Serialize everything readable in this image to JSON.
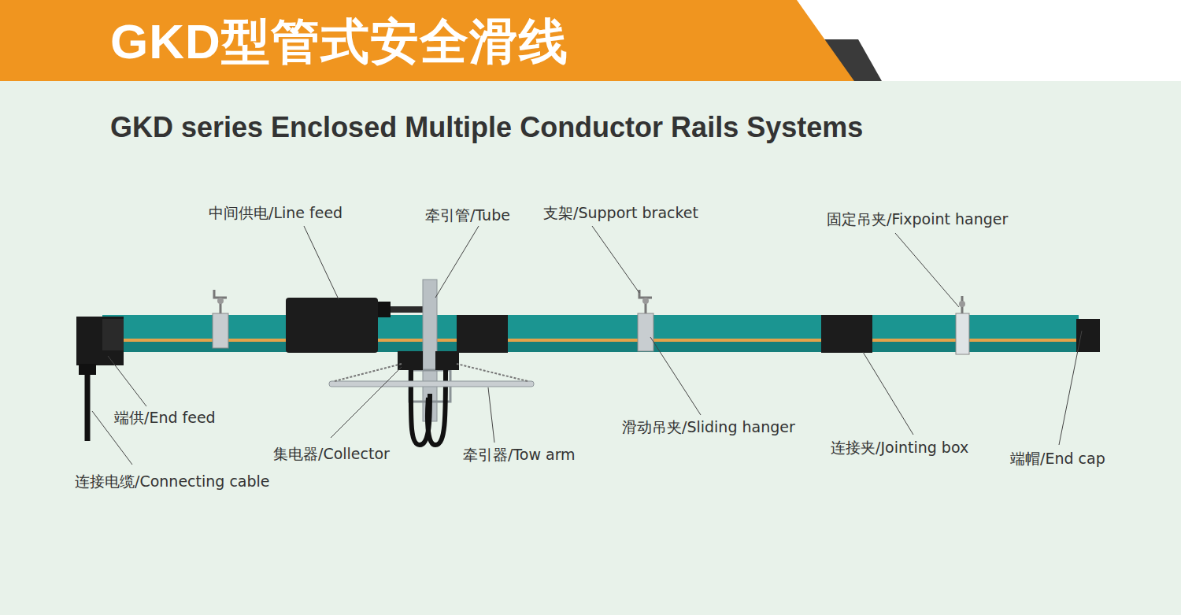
{
  "diagram": {
    "title": "GKD型管式安全滑线",
    "labels": [
      "GKD series Enclosed Multiple Conductor Rails Systems",
      "中间供电/Line feed",
      "牵引管/Tube",
      "支架/Support bracket",
      "固定吊夹/Fixpoint hanger",
      "端供/End feed",
      "集电器/Collector",
      "牵引器/Tow arm",
      "滑动吊夹/Sliding hanger",
      "连接夹/Jointing box",
      "端帽/End cap",
      "连接电缆/Connecting cable"
    ]
  }
}
